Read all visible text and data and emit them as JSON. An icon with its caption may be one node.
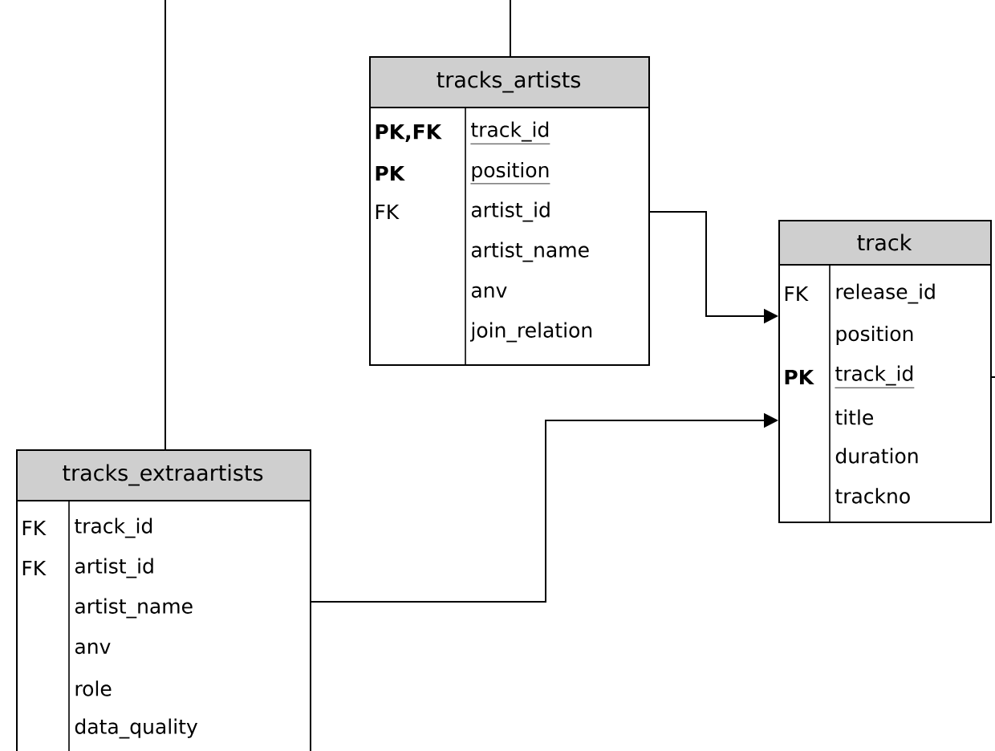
{
  "diagram": {
    "nodes": [
      {
        "text": [
          "tracks_artists",
          "PK,FK",
          "track_id",
          "PK",
          "position",
          "FK",
          "artist_id",
          "artist_name",
          "anv",
          "join_relation"
        ]
      },
      {
        "text": [
          "track",
          "FK",
          "release_id",
          "position",
          "PK",
          "track_id",
          "title",
          "duration",
          "trackno"
        ]
      },
      {
        "text": [
          "tracks_extraartists",
          "FK",
          "track_id",
          "FK",
          "artist_id",
          "artist_name",
          "anv",
          "role",
          "data_quality"
        ]
      }
    ],
    "edges": [
      {
        "from": 0,
        "to": 1,
        "arrow": "to"
      },
      {
        "from": 2,
        "to": 1,
        "arrow": "to"
      },
      {
        "from": null,
        "to": 0,
        "arrow": "none"
      },
      {
        "from": null,
        "to": 2,
        "arrow": "none"
      },
      {
        "from": 1,
        "to": null,
        "arrow": "none"
      }
    ]
  }
}
